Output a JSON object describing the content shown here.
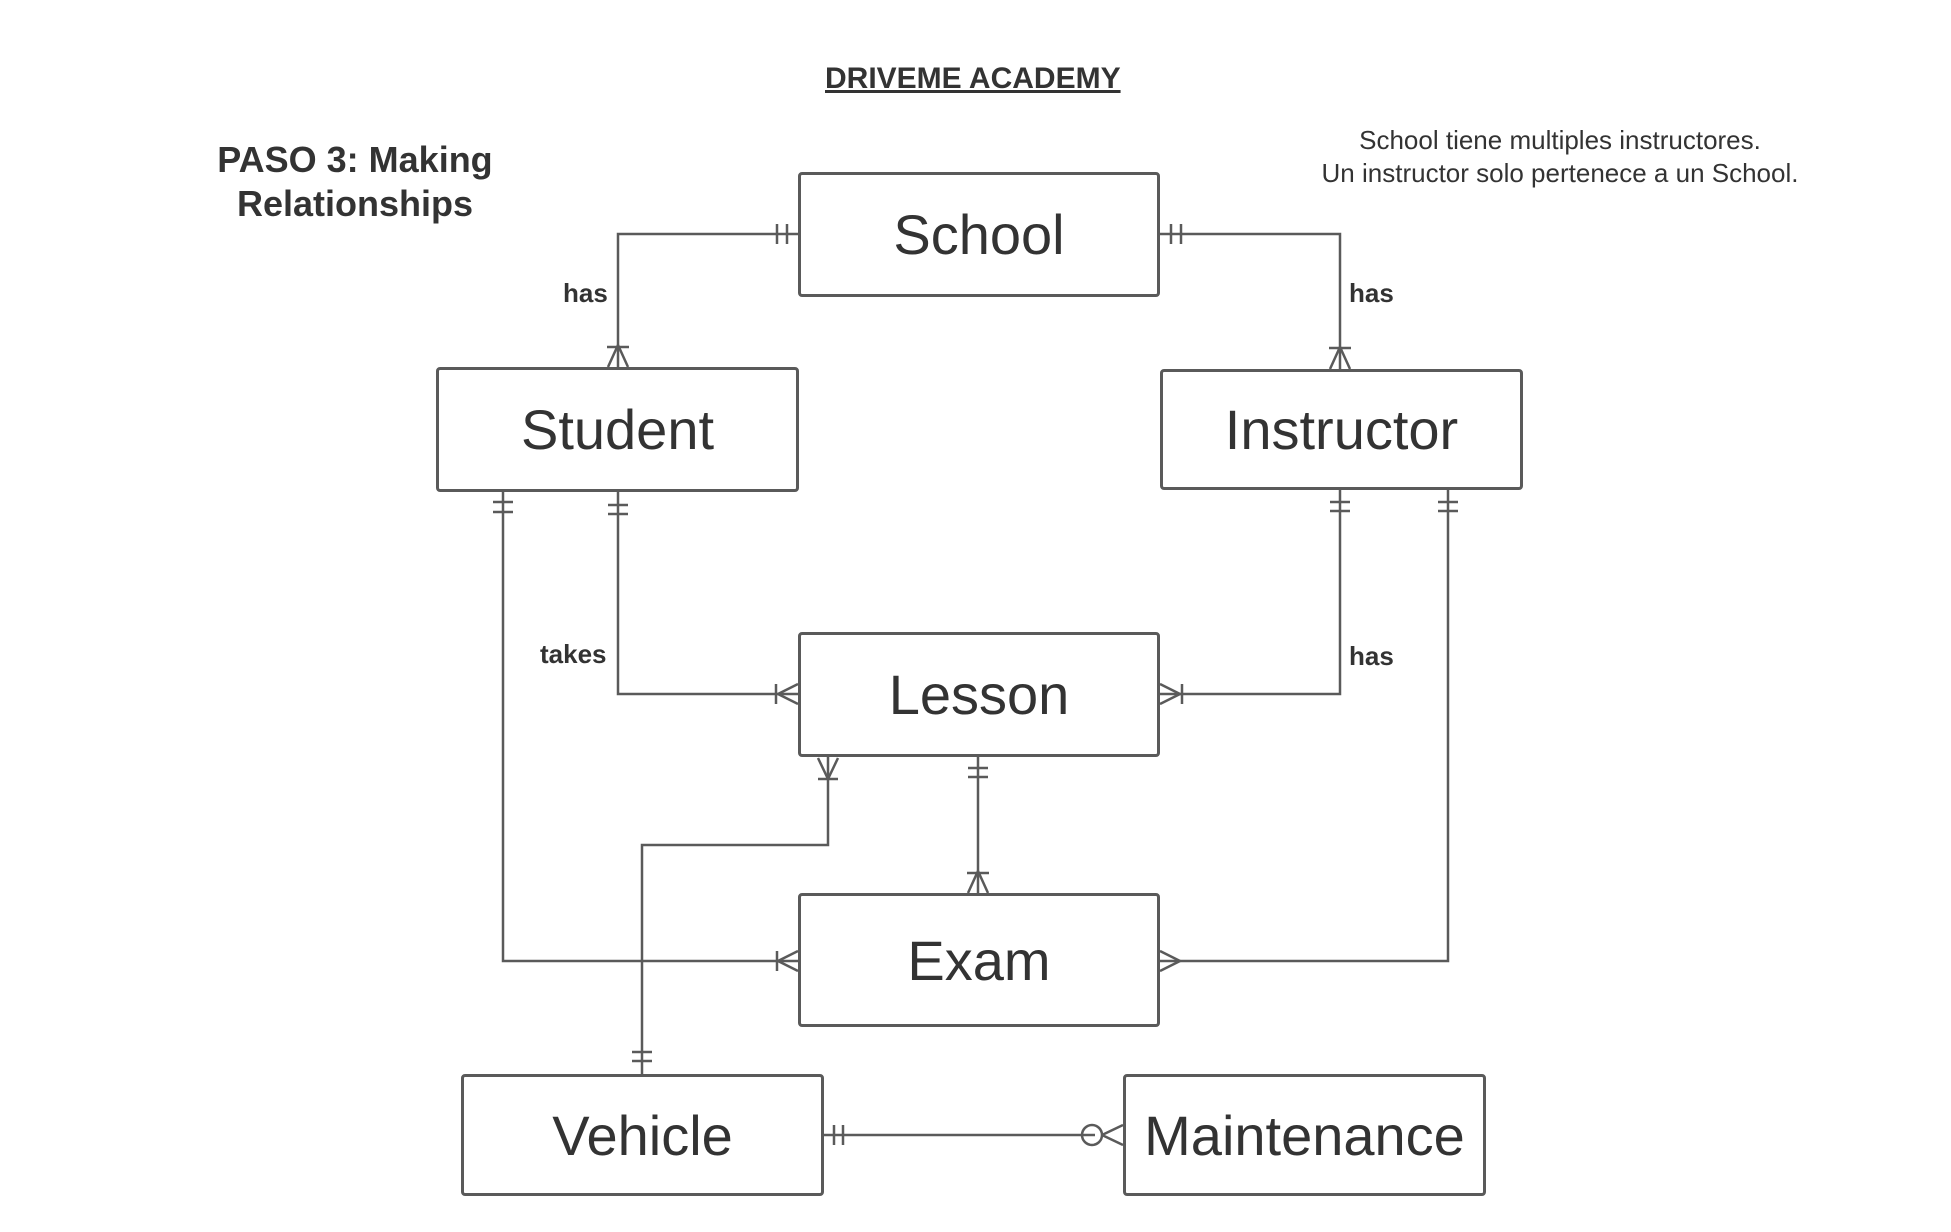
{
  "title": "DRIVEME ACADEMY",
  "step": {
    "line1": "PASO 3: Making",
    "line2": "Relationships"
  },
  "note": {
    "line1": "School tiene multiples instructores.",
    "line2": "Un instructor solo pertenece a un School."
  },
  "entities": {
    "school": "School",
    "student": "Student",
    "instructor": "Instructor",
    "lesson": "Lesson",
    "exam": "Exam",
    "vehicle": "Vehicle",
    "maintenance": "Maintenance"
  },
  "relationships": {
    "school_student": "has",
    "school_instructor": "has",
    "student_lesson": "takes",
    "instructor_lesson": "has"
  },
  "colors": {
    "line": "#5a5a5a",
    "text": "#333333"
  }
}
